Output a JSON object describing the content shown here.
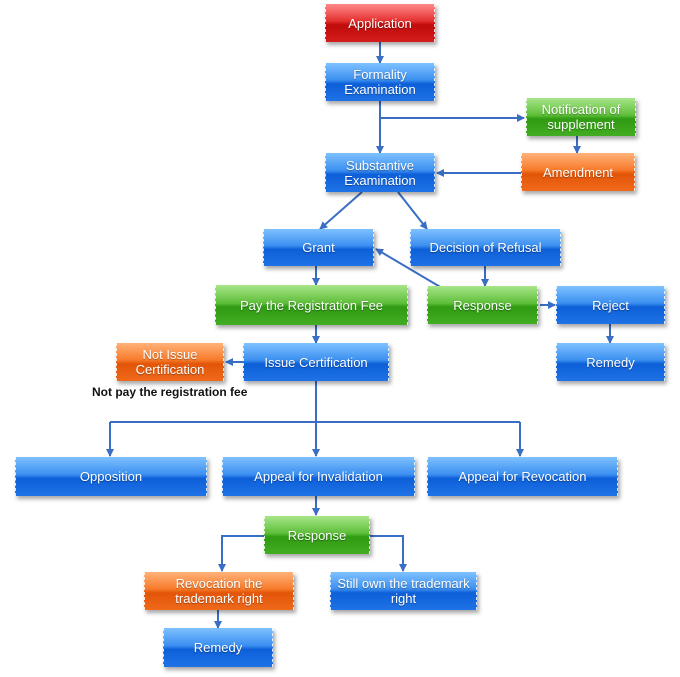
{
  "nodes": {
    "application": "Application",
    "formality_examination": "Formality Examination",
    "notification_of_supplement": "Notification of supplement",
    "amendment": "Amendment",
    "substantive_examination": "Substantive Examination",
    "grant": "Grant",
    "decision_of_refusal": "Decision of Refusal",
    "pay_registration_fee": "Pay the Registration Fee",
    "response_1": "Response",
    "reject": "Reject",
    "remedy_1": "Remedy",
    "not_issue_certification": "Not Issue Certification",
    "issue_certification": "Issue Certification",
    "opposition": "Opposition",
    "appeal_for_invalidation": "Appeal for Invalidation",
    "appeal_for_revocation": "Appeal for Revocation",
    "response_2": "Response",
    "revocation_trademark_right": "Revocation the trademark right",
    "still_own_trademark_right": "Still own the trademark right",
    "remedy_2": "Remedy"
  },
  "labels": {
    "not_pay_fee": "Not pay the registration fee"
  },
  "colors": {
    "connector": "#3a6ec4",
    "blue": "#1f73e6",
    "green": "#43ad22",
    "orange": "#f06a1c",
    "red": "#d41d1d"
  }
}
